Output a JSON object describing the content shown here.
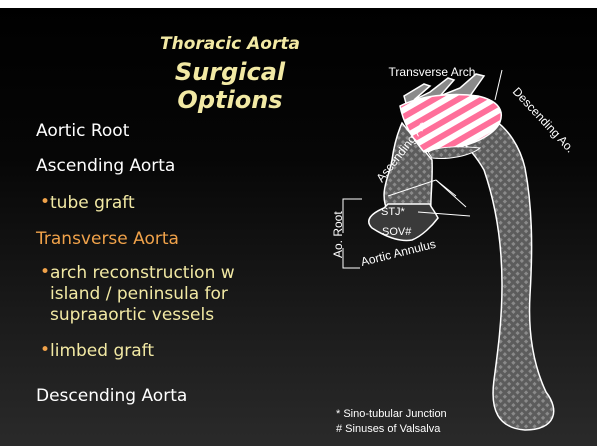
{
  "title": {
    "line1": "Thoracic Aorta",
    "line2": "Surgical Options"
  },
  "outline": {
    "aortic_root": "Aortic Root",
    "ascending_aorta": "Ascending Aorta",
    "tube_graft": "tube graft",
    "transverse_aorta": "Transverse Aorta",
    "arch_reconstruction": [
      "arch reconstruction w",
      "island / peninsula for",
      "supraaortic vessels"
    ],
    "limbed_graft": "limbed graft",
    "descending_aorta": "Descending Aorta"
  },
  "diagram": {
    "transverse_arch": "Transverse Arch",
    "ascending_ao": "Ascending Ao.",
    "descending_ao": "Descending Ao.",
    "ao_root": "Ao. Root",
    "stj": "STJ*",
    "sov": "SOV#",
    "aortic_annulus": "Aortic Annulus"
  },
  "footnotes": {
    "stj": "* Sino-tubular Junction",
    "sov": "# Sinuses of Valsalva"
  },
  "colors": {
    "background": "#000000",
    "title": "#f2e9a4",
    "highlight": "#f0a24a",
    "graft": "#ff6f9a",
    "aorta": "#6f6f6f"
  }
}
